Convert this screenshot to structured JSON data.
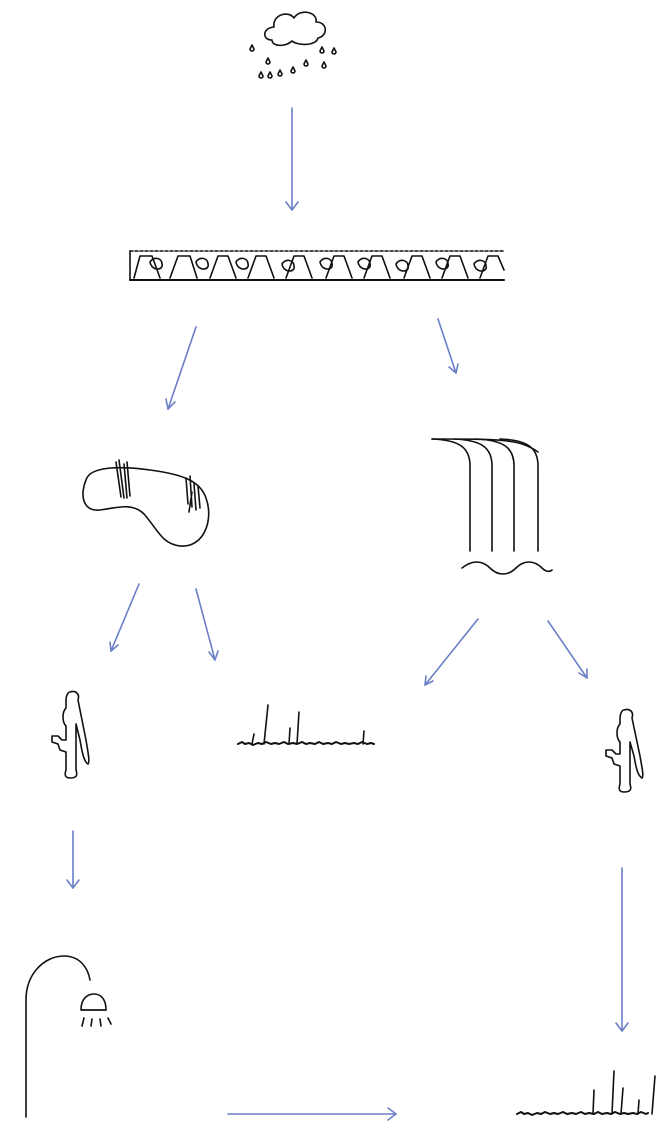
{
  "diagram": {
    "arrow_color": "#6b7fc6",
    "ink_color": "#111111",
    "nodes": [
      {
        "id": "rain-cloud",
        "icon": "rain-cloud-icon"
      },
      {
        "id": "ground-soil",
        "icon": "soil-layer-icon"
      },
      {
        "id": "pond",
        "icon": "pond-icon"
      },
      {
        "id": "waterfall",
        "icon": "waterfall-icon"
      },
      {
        "id": "hand-pump-left",
        "icon": "hand-pump-icon"
      },
      {
        "id": "grass-middle",
        "icon": "grass-icon"
      },
      {
        "id": "hand-pump-right",
        "icon": "hand-pump-icon"
      },
      {
        "id": "shower",
        "icon": "shower-icon"
      },
      {
        "id": "grass-bottom",
        "icon": "grass-icon"
      }
    ],
    "edges": [
      {
        "from": "rain-cloud",
        "to": "ground-soil"
      },
      {
        "from": "ground-soil",
        "to": "pond"
      },
      {
        "from": "ground-soil",
        "to": "waterfall"
      },
      {
        "from": "pond",
        "to": "hand-pump-left"
      },
      {
        "from": "pond",
        "to": "grass-middle"
      },
      {
        "from": "waterfall",
        "to": "grass-middle"
      },
      {
        "from": "waterfall",
        "to": "hand-pump-right"
      },
      {
        "from": "hand-pump-left",
        "to": "shower"
      },
      {
        "from": "hand-pump-right",
        "to": "grass-bottom"
      },
      {
        "from": "shower",
        "to": "grass-bottom"
      }
    ]
  }
}
